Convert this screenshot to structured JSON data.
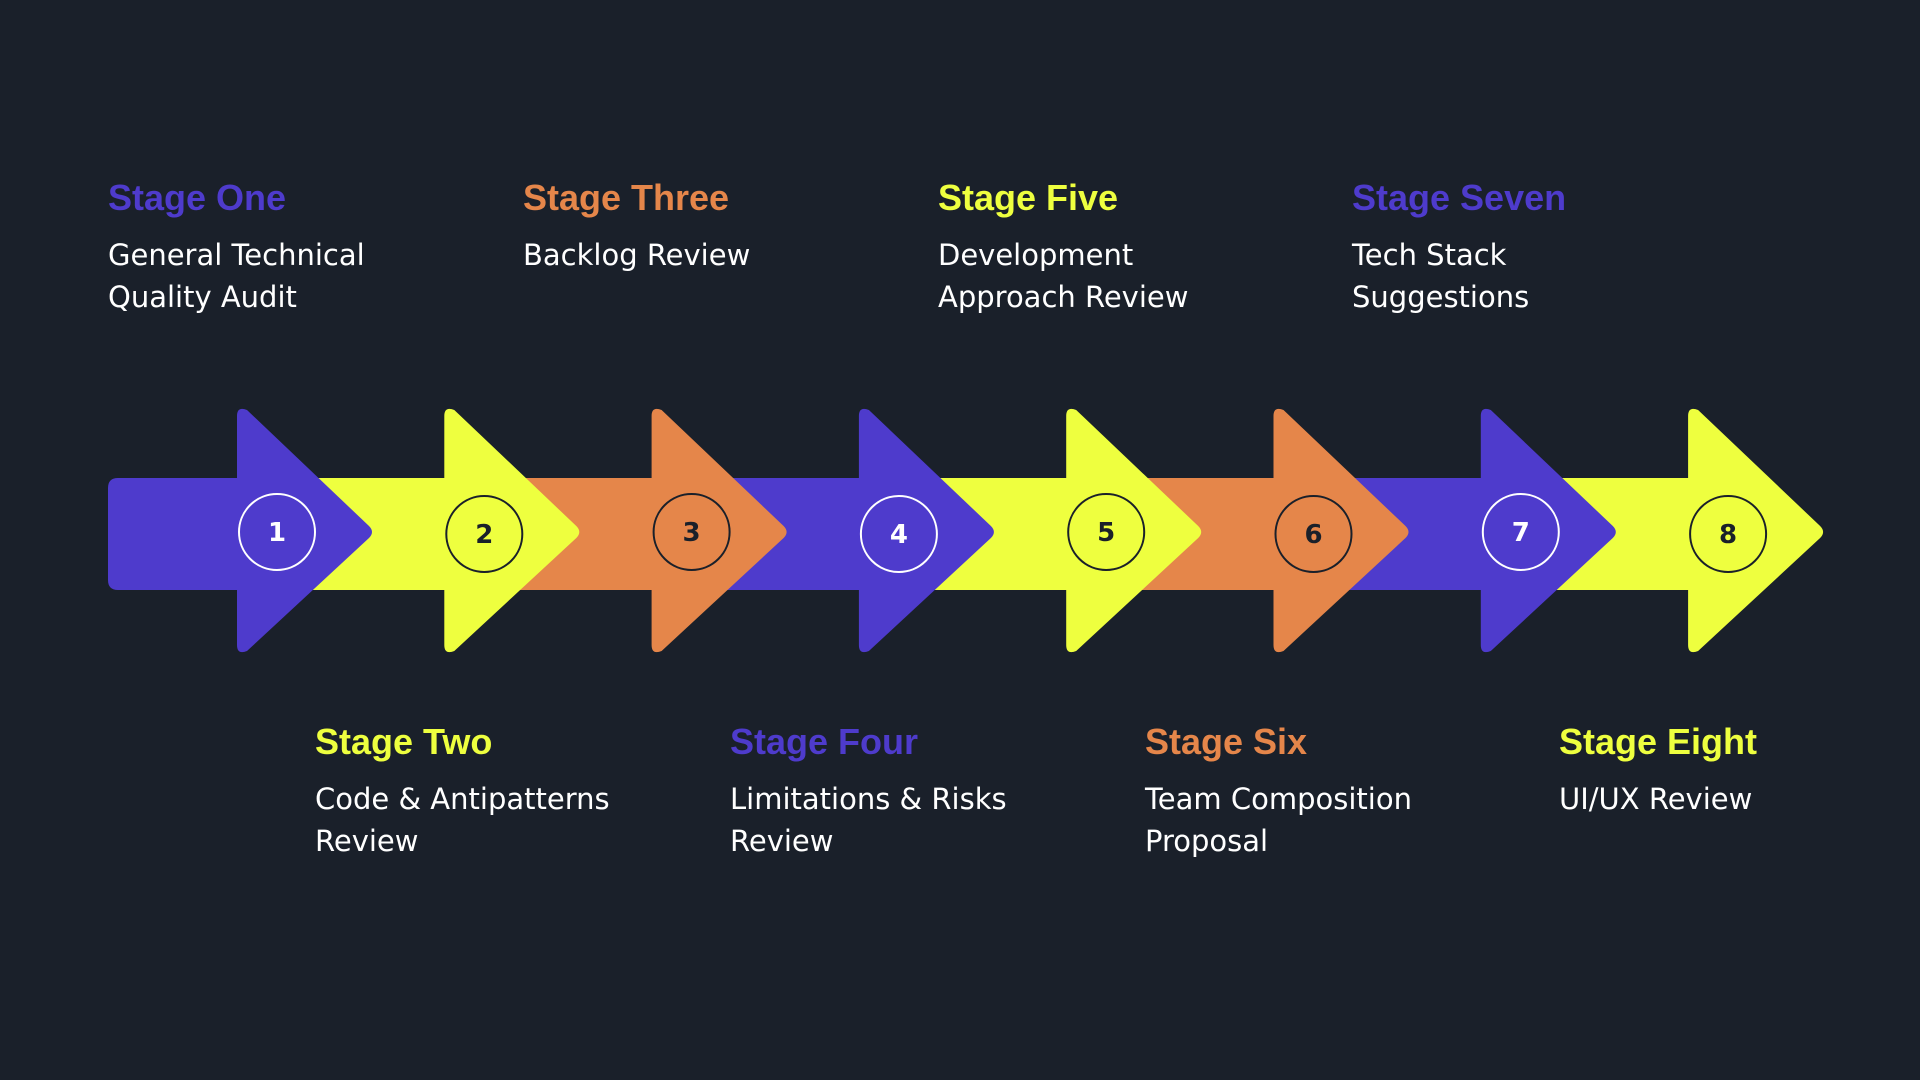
{
  "colors": {
    "background": "#1a202a",
    "purple": "#4e3bcc",
    "yellow": "#eeff3f",
    "orange": "#e5864a",
    "white": "#ffffff",
    "dark": "#1a202a"
  },
  "stages": [
    {
      "number": "1",
      "title": "Stage One",
      "description": "General Technical Quality Audit",
      "color": "purple",
      "position": "top"
    },
    {
      "number": "2",
      "title": "Stage Two",
      "description": "Code & Antipatterns Review",
      "color": "yellow",
      "position": "bottom"
    },
    {
      "number": "3",
      "title": "Stage Three",
      "description": "Backlog Review",
      "color": "orange",
      "position": "top"
    },
    {
      "number": "4",
      "title": "Stage Four",
      "description": "Limitations & Risks Review",
      "color": "purple",
      "position": "bottom"
    },
    {
      "number": "5",
      "title": "Stage Five",
      "description": "Development Approach Review",
      "color": "yellow",
      "position": "top"
    },
    {
      "number": "6",
      "title": "Stage Six",
      "description": "Team Composition Proposal",
      "color": "orange",
      "position": "bottom"
    },
    {
      "number": "7",
      "title": "Stage Seven",
      "description": "Tech Stack Suggestions",
      "color": "purple",
      "position": "top"
    },
    {
      "number": "8",
      "title": "Stage Eight",
      "description": "UI/UX Review",
      "color": "yellow",
      "position": "bottom"
    }
  ]
}
